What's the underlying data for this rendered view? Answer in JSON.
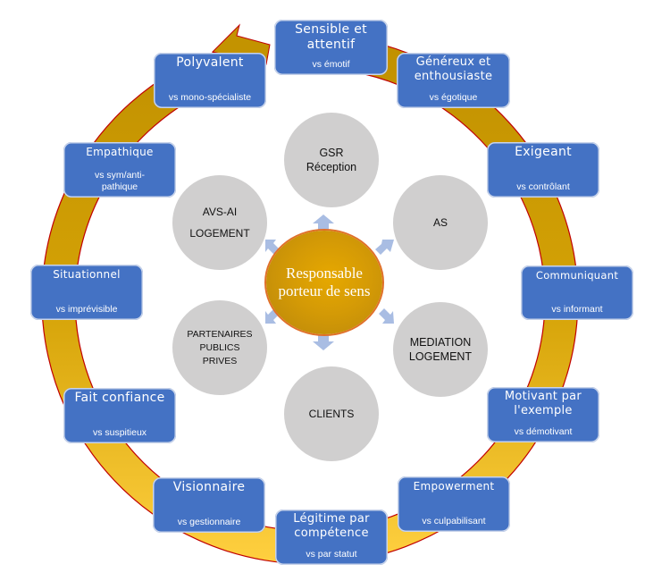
{
  "diagram": {
    "center": {
      "label": "Responsable porteur de sens"
    },
    "inner_circles": [
      {
        "id": "gsr",
        "lines": [
          "GSR",
          "Réception"
        ]
      },
      {
        "id": "as",
        "lines": [
          "AS"
        ]
      },
      {
        "id": "mediation",
        "lines": [
          "MEDIATION",
          "LOGEMENT"
        ]
      },
      {
        "id": "clients",
        "lines": [
          "CLIENTS"
        ]
      },
      {
        "id": "partenaires",
        "lines": [
          "PARTENAIRES",
          "PUBLICS",
          "PRIVES"
        ]
      },
      {
        "id": "avs",
        "lines": [
          "AVS-AI",
          "LOGEMENT"
        ]
      }
    ],
    "qualities": [
      {
        "title": "Sensible et attentif",
        "opposite": "vs émotif"
      },
      {
        "title": "Généreux et enthousiaste",
        "opposite": "vs égotique"
      },
      {
        "title": "Exigeant",
        "opposite": "vs contrôlant"
      },
      {
        "title": "Communiquant",
        "opposite": "vs informant"
      },
      {
        "title": "Motivant par l'exemple",
        "opposite": "vs démotivant"
      },
      {
        "title": "Empowerment",
        "opposite": "vs culpabilisant"
      },
      {
        "title": "Légitime par compétence",
        "opposite": "vs par statut"
      },
      {
        "title": "Visionnaire",
        "opposite": "vs gestionnaire"
      },
      {
        "title": "Fait confiance",
        "opposite": "vs suspitieux"
      },
      {
        "title": "Situationnel",
        "opposite": "vs imprévisible"
      },
      {
        "title": "Empathique",
        "opposite": "vs sym/anti-pathique"
      },
      {
        "title": "Polyvalent",
        "opposite": "vs mono-spécialiste"
      }
    ],
    "colors": {
      "box": "#4472c4",
      "ring_top": "#c09000",
      "ring_bottom": "#ffc000",
      "ring_border": "#c00000",
      "circle": "#d0cfcf",
      "arrow": "#a9bde3",
      "center": "#d49a06"
    }
  }
}
